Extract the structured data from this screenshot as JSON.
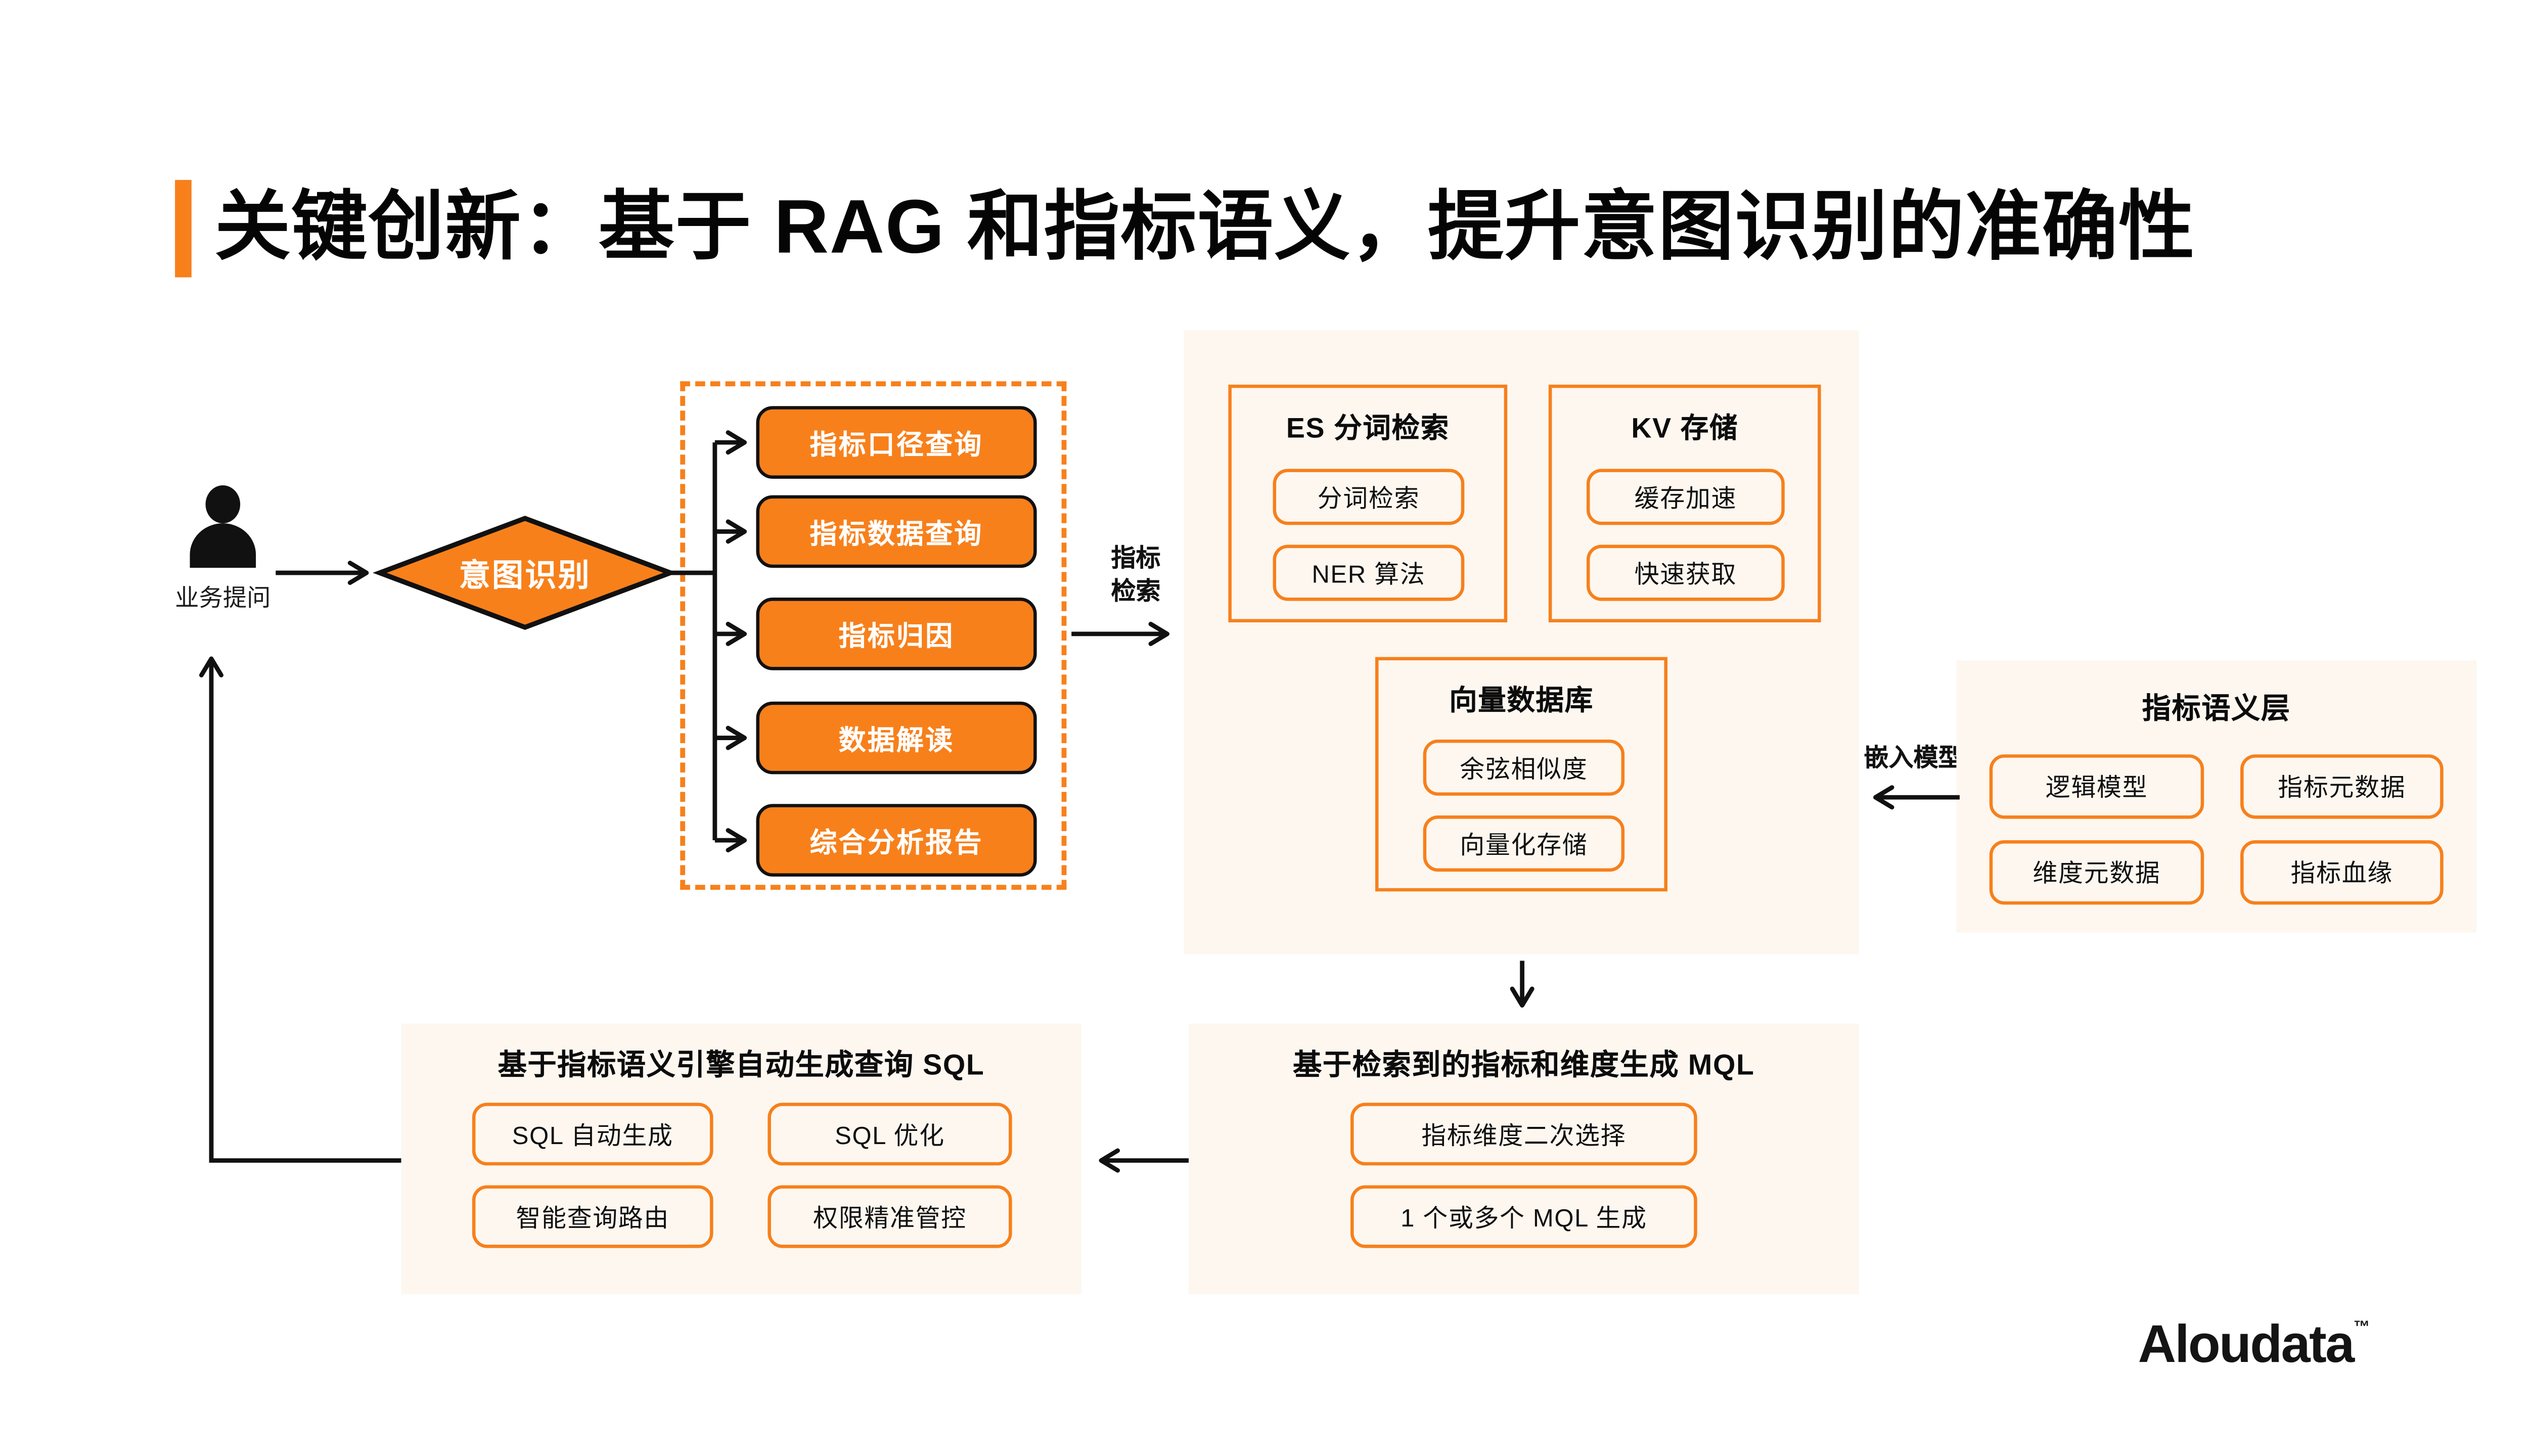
{
  "colors": {
    "accent_orange": "#F7801B",
    "panel_cream": "#FDF7F0",
    "ink_black": "#111111"
  },
  "title": {
    "text": "关键创新：基于 RAG 和指标语义，提升意图识别的准确性"
  },
  "actor": {
    "label": "业务提问"
  },
  "diamond": {
    "label": "意图识别"
  },
  "intent_box": {
    "items": [
      "指标口径查询",
      "指标数据查询",
      "指标归因",
      "数据解读",
      "综合分析报告"
    ]
  },
  "labels": {
    "metric_search": "指标\n检索",
    "embed_model": "嵌入模型"
  },
  "retrieval_panel": {
    "es_box": {
      "title": "ES 分词检索",
      "items": [
        "分词检索",
        "NER 算法"
      ]
    },
    "kv_box": {
      "title": "KV 存储",
      "items": [
        "缓存加速",
        "快速获取"
      ]
    },
    "vector_box": {
      "title": "向量数据库",
      "items": [
        "余弦相似度",
        "向量化存储"
      ]
    }
  },
  "semantic_panel": {
    "title": "指标语义层",
    "items": [
      "逻辑模型",
      "指标元数据",
      "维度元数据",
      "指标血缘"
    ]
  },
  "mql_panel": {
    "title": "基于检索到的指标和维度生成 MQL",
    "items": [
      "指标维度二次选择",
      "1 个或多个 MQL 生成"
    ]
  },
  "sql_panel": {
    "title": "基于指标语义引擎自动生成查询 SQL",
    "items": [
      "SQL 自动生成",
      "SQL 优化",
      "智能查询路由",
      "权限精准管控"
    ]
  },
  "logo": {
    "text": "Aloudata",
    "tm": "™"
  }
}
